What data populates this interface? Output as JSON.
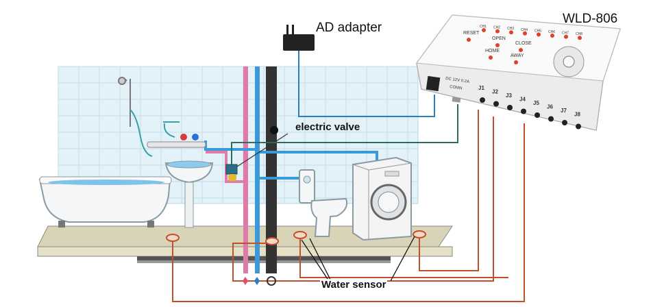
{
  "labels": {
    "adapter": "AD adapter",
    "model": "WLD-806",
    "valve": "electric valve",
    "sensor": "Water sensor"
  },
  "device": {
    "buttons": [
      "RESET",
      "OPEN",
      "CLOSE",
      "HOME",
      "AWAY"
    ],
    "channels": [
      "CH1",
      "CH2",
      "CH3",
      "CH4",
      "CH5",
      "CH6",
      "CH7",
      "CH8"
    ],
    "power_label": "DC 12V 0.2A",
    "com_label": "COMN",
    "jacks": [
      "J1",
      "J2",
      "J3",
      "J4",
      "J5",
      "J6",
      "J7",
      "J8"
    ]
  },
  "colors": {
    "adapter_wire": "#2a7fc0",
    "valve_wire": "#2f6b5a",
    "sensor_wire": "#c0502a",
    "hot_pipe": "#e07aa8",
    "cold_pipe": "#3a9ad9",
    "drain_pipe": "#333333",
    "tile": "#e3f1f8",
    "floor": "#d9d4b8"
  },
  "icons": [
    "hot-water-symbol-icon",
    "cold-water-symbol-icon",
    "drain-symbol-icon"
  ]
}
